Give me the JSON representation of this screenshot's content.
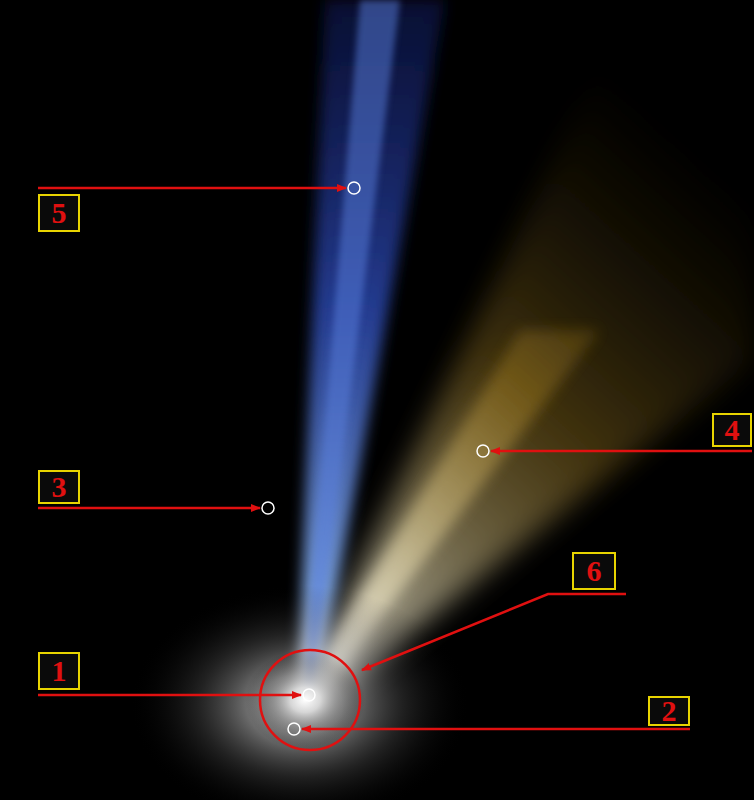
{
  "diagram": {
    "labels": [
      "5",
      "4",
      "3",
      "6",
      "1",
      "2"
    ]
  }
}
